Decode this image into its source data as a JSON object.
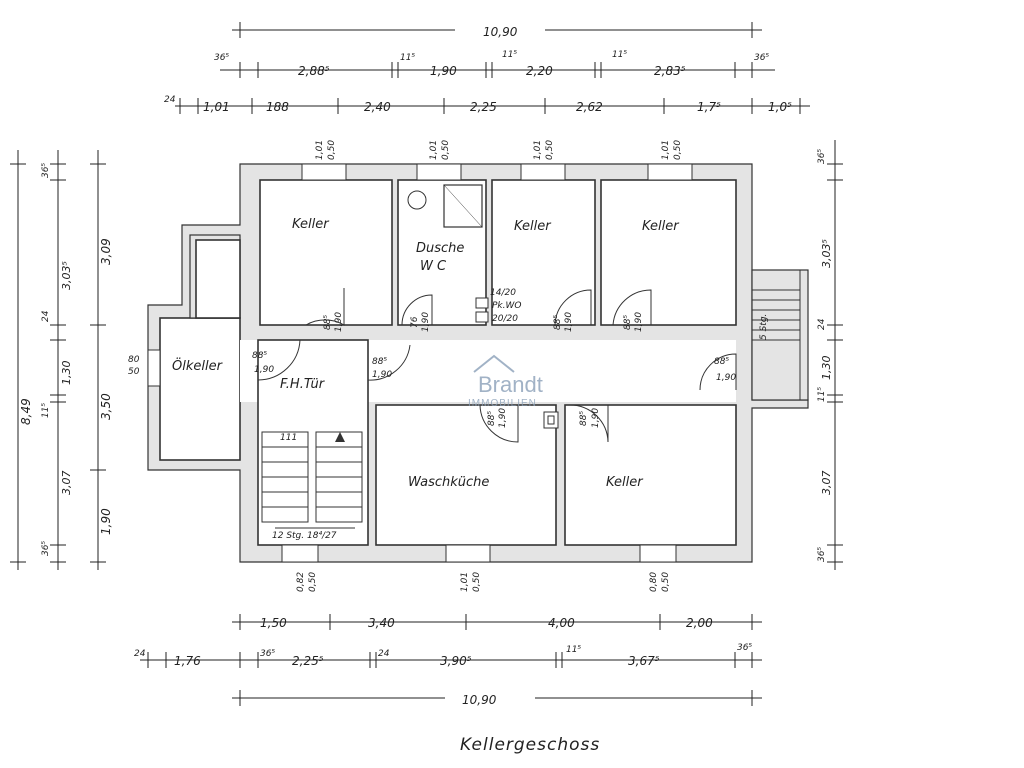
{
  "title": "Kellergeschoss",
  "watermark": {
    "brand": "Brandt",
    "sub": "IMMOBILIEN"
  },
  "rooms": {
    "keller_1": "Keller",
    "keller_2": "Keller",
    "keller_3": "Keller",
    "keller_4": "Keller",
    "dusche": "Dusche",
    "wc": "W C",
    "oelkeller": "Ölkeller",
    "fh_tuer": "F.H.Tür",
    "waschkueche": "Waschküche",
    "stair_label": "12 Stg. 18⁴/27",
    "stair_arrow": "111",
    "pkwo_top": "14/20",
    "pkwo_label": "Pk.WO",
    "pkwo_bot": "20/20"
  },
  "dims_top": {
    "overall": "10,90",
    "row1": [
      "36⁵",
      "2,88⁵",
      "11⁵",
      "1,90",
      "11⁵",
      "2,20",
      "11⁵",
      "2,83⁵",
      "36⁵"
    ],
    "row2": [
      "24",
      "1,01",
      "188",
      "2,40",
      "2,25",
      "2,62",
      "1,7⁵",
      "1,0⁵"
    ]
  },
  "dims_bottom": {
    "row1": [
      "1,50",
      "3,40",
      "4,00",
      "2,00"
    ],
    "row2": [
      "24",
      "1,76",
      "36⁵",
      "2,25⁵",
      "24",
      "3,90⁵",
      "11⁵",
      "3,67⁵",
      "36⁵"
    ],
    "overall": "10,90"
  },
  "dims_left": {
    "overall": "8,49",
    "col_a": [
      "3,09",
      "3,50",
      "1,90"
    ],
    "col_b": [
      "36⁵",
      "3,03⁵",
      "24",
      "1,30",
      "11⁵",
      "3,07",
      "36⁵"
    ]
  },
  "dims_right": [
    "36⁵",
    "3,03⁵",
    "24",
    "1,30",
    "11⁵",
    "3,07",
    "36⁵"
  ],
  "windows_top": [
    {
      "w": "1,01",
      "h": "0,50"
    },
    {
      "w": "1,01",
      "h": "0,50"
    },
    {
      "w": "1,01",
      "h": "0,50"
    },
    {
      "w": "1,01",
      "h": "0,50"
    }
  ],
  "windows_bottom": [
    {
      "w": "0,82",
      "h": "0,50"
    },
    {
      "w": "1,01",
      "h": "0,50"
    },
    {
      "w": "0,80",
      "h": "0,50"
    }
  ],
  "window_oel": {
    "w": "80",
    "h": "50"
  },
  "doors": {
    "d1": {
      "w": "88⁵",
      "h": "1,90"
    },
    "d2": {
      "w": "76",
      "h": "1,90"
    },
    "d3": {
      "w": "88⁵",
      "h": "1,90"
    },
    "d4": {
      "w": "88⁵",
      "h": "1,90"
    },
    "d5": {
      "w": "88⁵",
      "h": "1,90"
    },
    "d6": {
      "w": "88⁵",
      "h": "1,90"
    },
    "d7": {
      "w": "88⁵",
      "h": "1,90"
    },
    "d8": {
      "w": "88⁵",
      "h": "1,90"
    },
    "d9": {
      "w": "88⁵",
      "h": "1,90"
    },
    "stair_right": "5 Stg."
  }
}
